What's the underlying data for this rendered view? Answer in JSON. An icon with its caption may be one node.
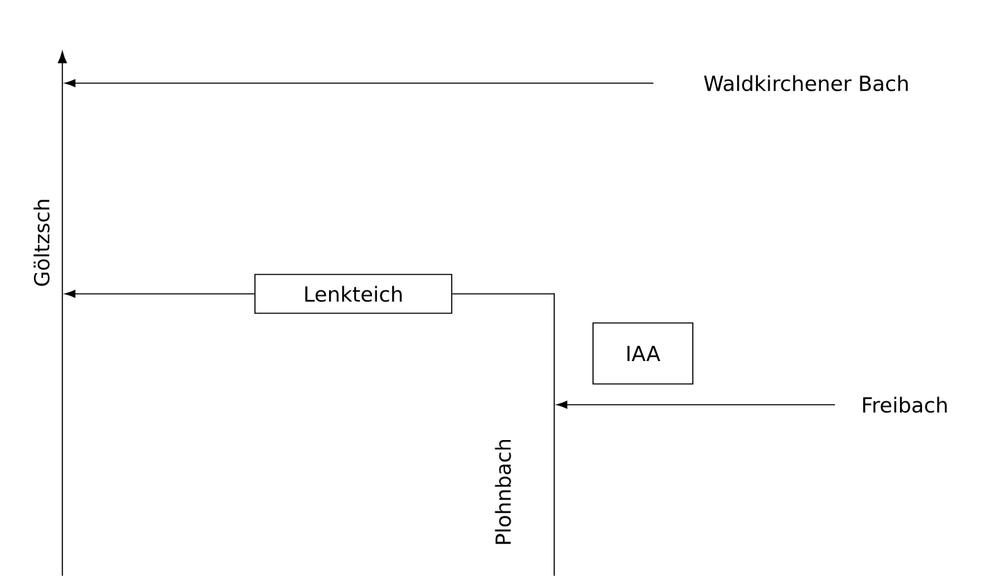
{
  "diagram": {
    "nodes": [
      {
        "text": [],
        "shape": "line",
        "beside": [
          "Göltzsch"
        ]
      },
      {
        "text": [
          "Waldkirchener Bach"
        ]
      },
      {
        "text": [
          "Lenkteich"
        ]
      },
      {
        "text": [
          "IAA"
        ]
      },
      {
        "text": [],
        "shape": "line",
        "beside": [
          "Plohnbach"
        ]
      },
      {
        "text": [
          "Freibach"
        ]
      }
    ],
    "edges": [
      {
        "from": 1,
        "to": 0,
        "arrow": "to"
      },
      {
        "from": 2,
        "to": 0,
        "arrow": "to"
      },
      {
        "from": 4,
        "to": 2,
        "arrow": "none"
      },
      {
        "from": 5,
        "to": 4,
        "arrow": "to"
      }
    ]
  }
}
